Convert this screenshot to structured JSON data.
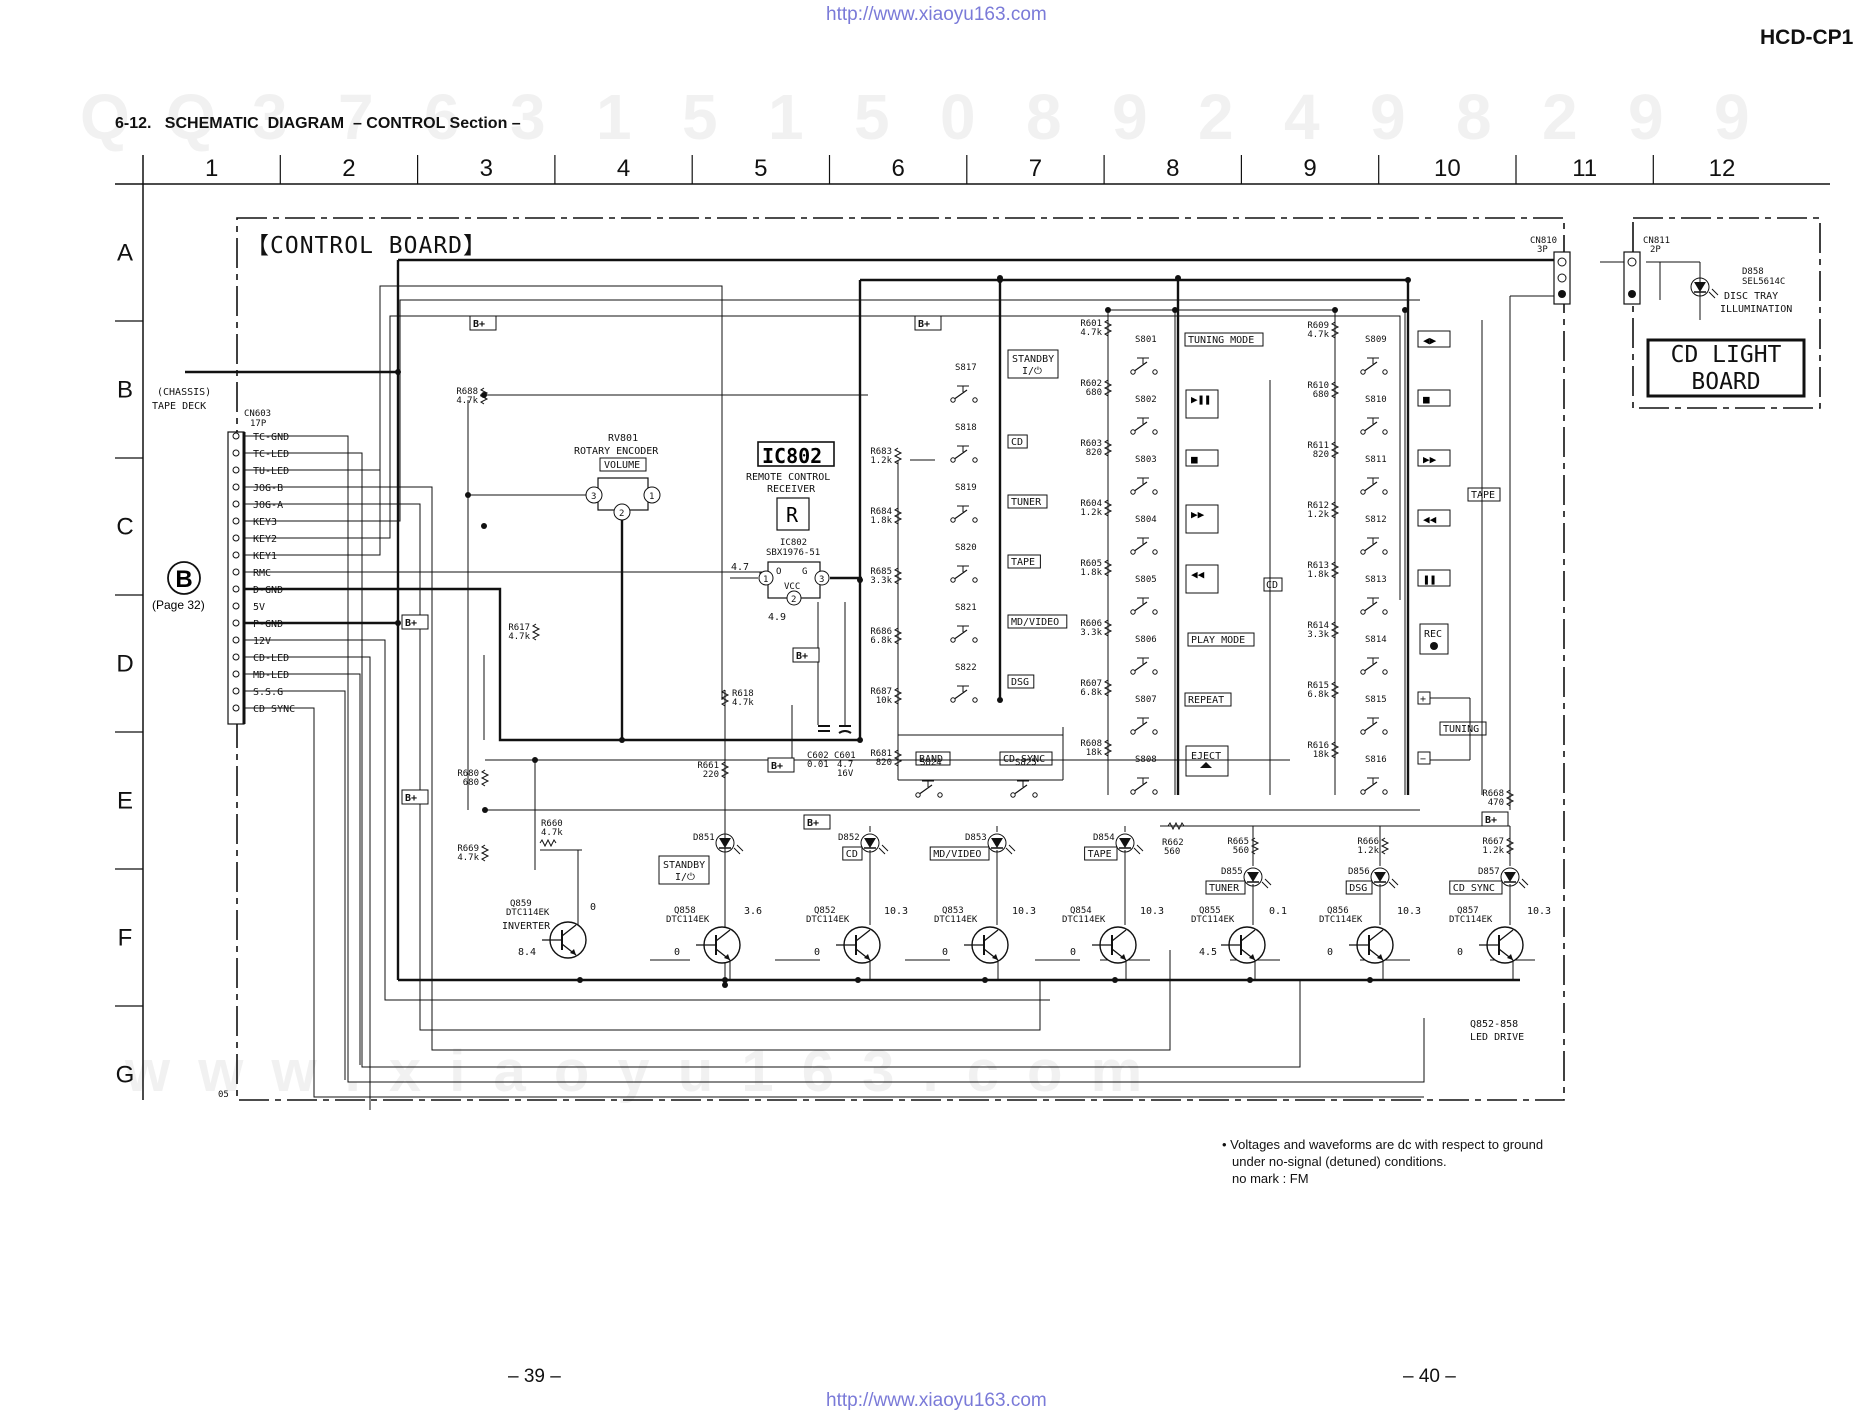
{
  "header": {
    "url_top": "http://www.xiaoyu163.com",
    "model": "HCD-CP1",
    "title": "6-12.   SCHEMATIC  DIAGRAM  – CONTROL Section –",
    "watermark_digits": [
      "Q",
      "Q",
      "3",
      "7",
      "6",
      "3",
      "1",
      "5",
      "1",
      "5",
      "0",
      "8",
      "9",
      "2",
      "4",
      "9",
      "8",
      "2",
      "9",
      "9"
    ]
  },
  "grid": {
    "columns": [
      "1",
      "2",
      "3",
      "4",
      "5",
      "6",
      "7",
      "8",
      "9",
      "10",
      "11",
      "12"
    ],
    "rows": [
      "A",
      "B",
      "C",
      "D",
      "E",
      "F",
      "G"
    ]
  },
  "boards": {
    "control_board": "【CONTROL BOARD】",
    "cd_light_board_line1": "CD LIGHT",
    "cd_light_board_line2": "BOARD"
  },
  "connectors": {
    "cn603": {
      "ref": "CN603",
      "pins": "17P",
      "signals": [
        "TC-GND",
        "TC-LED",
        "TU-LED",
        "JOG-B",
        "JOG-A",
        "KEY3",
        "KEY2",
        "KEY1",
        "RMC",
        "D-GND",
        "5V",
        "P-GND",
        "12V",
        "CD-LED",
        "MD-LED",
        "S.S.G",
        "CD SYNC"
      ]
    },
    "cn810": {
      "ref": "CN810",
      "pins": "3P"
    },
    "cn811": {
      "ref": "CN811",
      "pins": "2P"
    },
    "chassis": [
      "(CHASSIS)",
      "TAPE DECK"
    ],
    "b_ref": "B",
    "b_page": "(Page 32)"
  },
  "components": {
    "rv801": [
      "RV801",
      "ROTARY ENCODER",
      "VOLUME"
    ],
    "ic802_big": "IC802",
    "ic802_desc": [
      "REMOTE CONTROL",
      "RECEIVER"
    ],
    "ic802_part": [
      "IC802",
      "SBX1976-51"
    ],
    "ic802_pins": [
      "O",
      "G",
      "VCC"
    ],
    "ic802_volts": [
      "4.7",
      "4.9"
    ],
    "d858": [
      "D858",
      "SEL5614C",
      "DISC TRAY",
      "ILLUMINATION"
    ],
    "bplus": "B+",
    "c602": [
      "C602",
      "0.01"
    ],
    "c601": [
      "C601",
      "4.7",
      "16V"
    ],
    "q859": [
      "Q859",
      "DTC114EK",
      "INVERTER"
    ],
    "q852_858": [
      "Q852-858",
      "LED DRIVE"
    ],
    "series_05": "05"
  },
  "resistors_left": [
    [
      "R688",
      "4.7k"
    ],
    [
      "R617",
      "4.7k"
    ],
    [
      "R618",
      "4.7k"
    ],
    [
      "R680",
      "680"
    ],
    [
      "R669",
      "4.7k"
    ],
    [
      "R660",
      "4.7k"
    ],
    [
      "R661",
      "220"
    ],
    [
      "R681",
      "820"
    ]
  ],
  "resistors_mid": [
    [
      "R683",
      "1.2k"
    ],
    [
      "R684",
      "1.8k"
    ],
    [
      "R685",
      "3.3k"
    ],
    [
      "R686",
      "6.8k"
    ],
    [
      "R687",
      "10k"
    ]
  ],
  "resistors_col8": [
    [
      "R601",
      "4.7k"
    ],
    [
      "R602",
      "680"
    ],
    [
      "R603",
      "820"
    ],
    [
      "R604",
      "1.2k"
    ],
    [
      "R605",
      "1.8k"
    ],
    [
      "R606",
      "3.3k"
    ],
    [
      "R607",
      "6.8k"
    ],
    [
      "R608",
      "18k"
    ]
  ],
  "resistors_col10": [
    [
      "R609",
      "4.7k"
    ],
    [
      "R610",
      "680"
    ],
    [
      "R611",
      "820"
    ],
    [
      "R612",
      "1.2k"
    ],
    [
      "R613",
      "1.8k"
    ],
    [
      "R614",
      "3.3k"
    ],
    [
      "R615",
      "6.8k"
    ],
    [
      "R616",
      "18k"
    ]
  ],
  "resistors_bottom": [
    [
      "R662",
      "560"
    ],
    [
      "R665",
      "560"
    ],
    [
      "R666",
      "1.2k"
    ],
    [
      "R667",
      "1.2k"
    ],
    [
      "R668",
      "470"
    ]
  ],
  "switches_col7": [
    [
      "S817",
      "STANDBY",
      "I/⏻"
    ],
    [
      "S818",
      "CD",
      ""
    ],
    [
      "S819",
      "TUNER",
      ""
    ],
    [
      "S820",
      "TAPE",
      ""
    ],
    [
      "S821",
      "MD/VIDEO",
      ""
    ],
    [
      "S822",
      "DSG",
      ""
    ]
  ],
  "switches_bottom": [
    [
      "S824",
      "BAND"
    ],
    [
      "S825",
      "CD SYNC"
    ]
  ],
  "switches_col8": [
    "S801",
    "S802",
    "S803",
    "S804",
    "S805",
    "S806",
    "S807",
    "S808"
  ],
  "switches_col8_labels": [
    "TUNING MODE",
    "PLAY MODE",
    "REPEAT",
    "EJECT"
  ],
  "switches_col9_label": "CD",
  "switches_col10": [
    "S809",
    "S810",
    "S811",
    "S812",
    "S813",
    "S814",
    "S815",
    "S816"
  ],
  "switches_col10_labels": [
    "TAPE",
    "REC",
    "TUNING",
    "+",
    "−"
  ],
  "leds": [
    [
      "D851",
      "STANDBY",
      "I/⏻"
    ],
    [
      "D852",
      "CD",
      ""
    ],
    [
      "D853",
      "MD/VIDEO",
      ""
    ],
    [
      "D854",
      "TAPE",
      ""
    ],
    [
      "D855",
      "TUNER",
      ""
    ],
    [
      "D856",
      "DSG",
      ""
    ],
    [
      "D857",
      "CD SYNC",
      ""
    ]
  ],
  "transistors": [
    [
      "Q858",
      "DTC114EK",
      "3.6",
      "0"
    ],
    [
      "Q852",
      "DTC114EK",
      "10.3",
      "0"
    ],
    [
      "Q853",
      "DTC114EK",
      "10.3",
      "0"
    ],
    [
      "Q854",
      "DTC114EK",
      "10.3",
      "0"
    ],
    [
      "Q855",
      "DTC114EK",
      "0.1",
      "4.5"
    ],
    [
      "Q856",
      "DTC114EK",
      "10.3",
      "0"
    ],
    [
      "Q857",
      "DTC114EK",
      "10.3",
      "0"
    ]
  ],
  "q859_volts": [
    "0",
    "8.4"
  ],
  "notes": [
    "•  Voltages and waveforms are dc with respect to ground",
    "under no-signal (detuned) conditions.",
    "no mark  : FM"
  ],
  "footer": {
    "page_left": "– 39 –",
    "page_right": "– 40 –",
    "bottom_watermark": "w w w . x i a o y u 1 6 3 . c o m",
    "url_bottom": "http://www.xiaoyu163.com"
  }
}
